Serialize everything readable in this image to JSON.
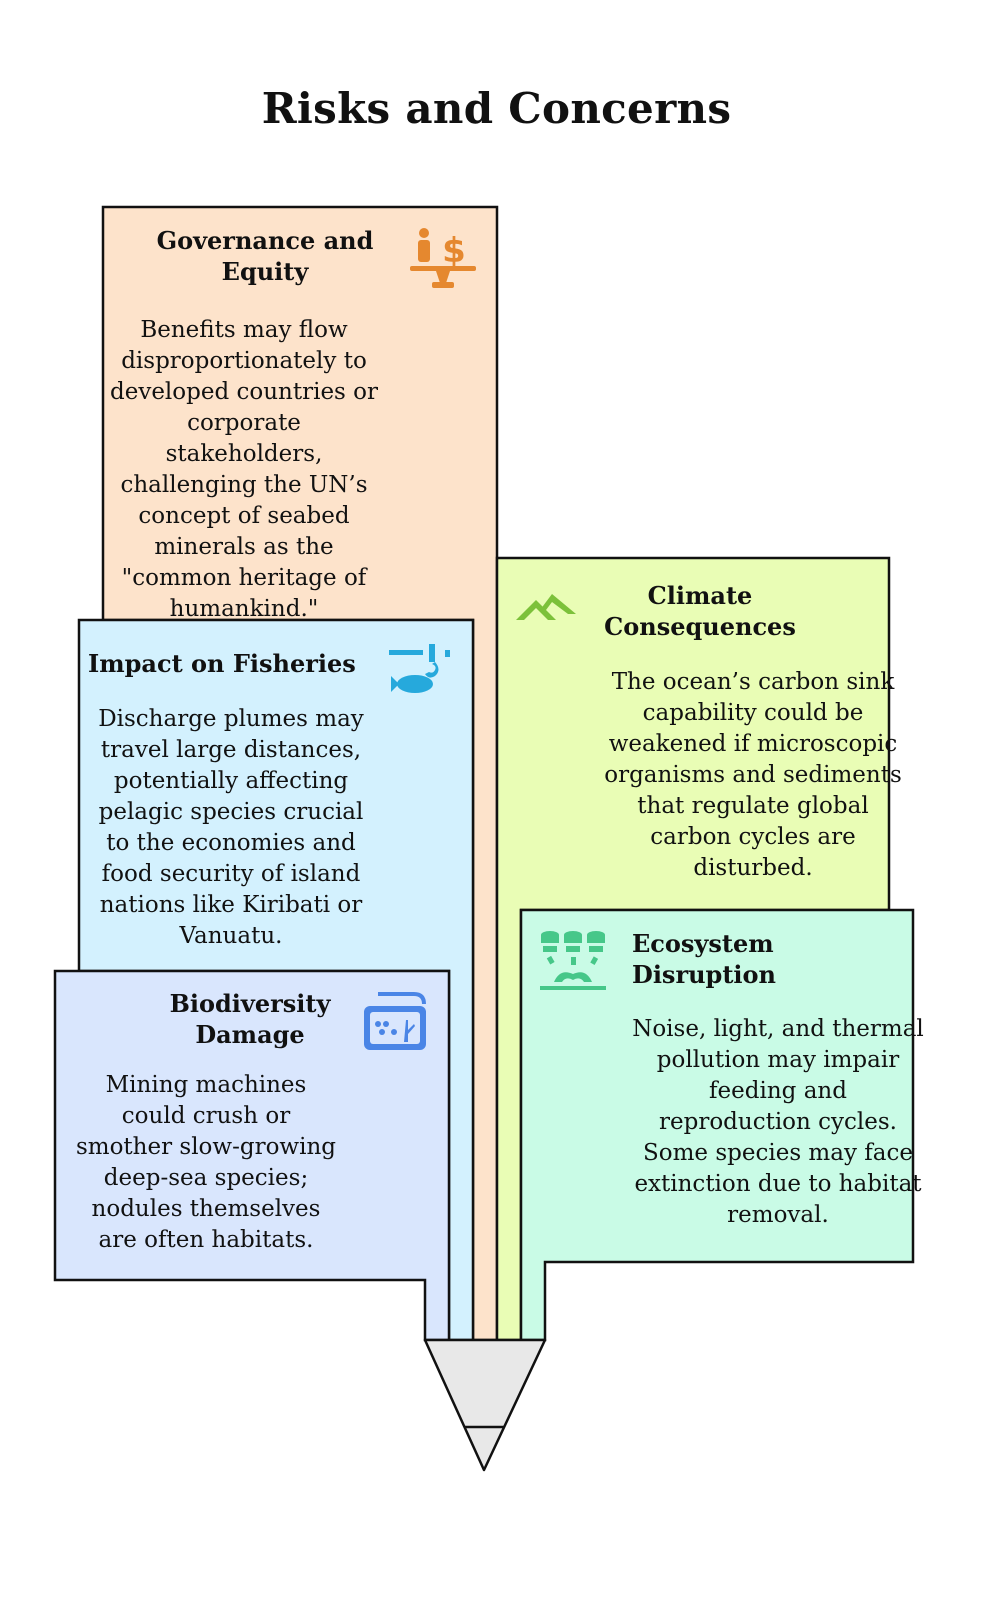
{
  "title": "Risks and Concerns",
  "colors": {
    "governance": "#fde3cb",
    "climate": "#e9fdb5",
    "fisheries": "#d3f1fe",
    "biodiversity": "#d9e6fd",
    "ecosystem": "#c9fbe6",
    "governance_icon": "#e5882f",
    "climate_icon": "#7cc13a",
    "fisheries_icon": "#26a9dc",
    "biodiversity_icon": "#4a85e6",
    "ecosystem_icon": "#46c789",
    "tip": "#e8e8e8"
  },
  "cards": {
    "governance": {
      "title": "Governance and Equity",
      "body": "Benefits may flow disproportionately to developed countries or corporate stakeholders, challenging the UN’s concept of seabed minerals as the \"common heritage of humankind.\"",
      "icon": "balance-scale-person-dollar-icon"
    },
    "climate": {
      "title": "Climate Consequences",
      "body": "The ocean’s carbon sink capability could be weakened if microscopic organisms and sediments that regulate global carbon cycles are disturbed.",
      "icon": "chevron-peaks-icon"
    },
    "fisheries": {
      "title": "Impact on Fisheries",
      "body": "Discharge plumes may travel large distances, potentially affecting pelagic species crucial to the economies and food security of island nations like Kiribati or Vanuatu.",
      "icon": "fishing-hook-fish-icon"
    },
    "biodiversity": {
      "title": "Biodiversity Damage",
      "body": "Mining machines could crush or smother slow-growing deep-sea species; nodules themselves are often habitats.",
      "icon": "aquarium-coral-icon"
    },
    "ecosystem": {
      "title": "Ecosystem Disruption",
      "body": "Noise, light, and thermal pollution may impair feeding and reproduction cycles. Some species may face extinction due to habitat removal.",
      "icon": "seaweed-ecosystem-icon"
    }
  }
}
